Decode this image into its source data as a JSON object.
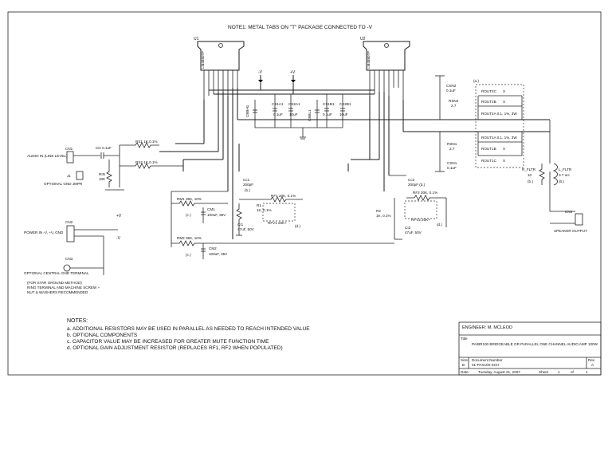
{
  "note_header": "NOTE1:  METAL TABS ON \"T\" PACKAGE CONNECTED TO -V",
  "ics": {
    "u1": {
      "ref": "U1",
      "part": "LM4880TF"
    },
    "u2": {
      "ref": "U2",
      "part": "LM4880TF"
    }
  },
  "rails": {
    "neg": "-V",
    "pos": "+V"
  },
  "components": {
    "cs1a1": "CS1A1",
    "cs2a1": "CS2A1",
    "cs1b1": "CS1B1",
    "cs2b1": "CS2B1",
    "cbbh1": "CBBH1",
    "cbbl1": "CBBL1",
    "cs1_val": "0.1uF",
    "cs2_val": "10uF",
    "cn1": "CN1",
    "cin": "Cin  0.1uF",
    "rs1": "RS1  1K,0.1%",
    "rs2": "RS2  1K,0.1%",
    "rin": "RIN",
    "rin_val": "10K",
    "j1": "J1",
    "rm1": "RM1    35K, 10%",
    "cm1": "CM1",
    "cm1_val": "100uF, 35V",
    "rm2": "RM2    35K, 10%",
    "cm2": "CM2",
    "cm2_val": "100uF, 35V",
    "cc1": "Cc1",
    "cc1_val": "200pF",
    "r1": "R1",
    "r1_val": "1K, 0.1%",
    "ci1": "CI1",
    "ci1_val": "47uF, 50V",
    "rf1": "RF1  20K, 0.1%",
    "rfv1": "RFV1   20K+",
    "cc2": "Cc2",
    "cc2_val": "200pF  (b.)",
    "rf2": "RF2  20K, 0.1%",
    "r2": "R2",
    "r2_val": "1K, 0.1%",
    "ci2": "CI2",
    "ci2_val": "47uF, 50V",
    "rfv2": "RFV2   20K+",
    "csn2": "CSN2",
    "csn2_val": "0.1uF",
    "rsn2": "RSN2",
    "rsn2_val": "2.7",
    "rsn1": "RSN1",
    "rsn1_val": "2.7",
    "csn1": "CSN1",
    "csn1_val": "0.1uF",
    "rout2c": "ROUT2C",
    "rout2b": "ROUT2B",
    "rout2a": "ROUT2A  0.1, 1%, 3W",
    "rout1a": "ROUT1A  0.1, 1%, 3W",
    "rout1b": "ROUT1B",
    "rout1c": "ROUT1C",
    "rfltr": "R_FLTR",
    "rfltr_val": "10",
    "lfltr": "L_FLTR",
    "lfltr_val": "0.7 uH",
    "cn4": "CN4",
    "cn2": "CN2",
    "cn3": "CN3",
    "x": "X",
    "a": "(a.)",
    "b": "(b.)",
    "c": "(c.)",
    "d": "(d.)"
  },
  "labels": {
    "audio_in": "AUDIO IN (LINE LEVEL)",
    "optional_gnd_jmpr": "OPTIONAL GND JMPR",
    "power_in": "POWER IN -V, +V, GND",
    "optional_gnd_terminal": "OPTIONAL CENTRAL GND TERMINAL",
    "star_ground_1": "(FOR STAR GROUND METHOD)",
    "star_ground_2": "RING TERMINAL AND MACHINE SCREW +",
    "star_ground_3": "NUT & WASHERS RECOMMENDED",
    "speaker_output": "SPEAKER OUTPUT"
  },
  "notes": {
    "title": "NOTES:",
    "items": [
      "a. ADDITIONAL RESISTORS MAY BE USED IN PARALLEL AS NEEDED TO REACH INTENDED VALUE",
      "b. OPTIONAL COMPONENTS",
      "c. CAPACITOR VALUE MAY BE INCREASED FOR GREATER MUTE FUNCTION TIME",
      "d. OPTIONAL GAIN ADJUSTMENT RESISTOR (REPLACES RF1, RF2 WHEN POPULATED)"
    ]
  },
  "title_block": {
    "engineer": "ENGINEER: M. MCLEOD",
    "title_label": "Title",
    "title": "PA/BR100 BRIDGEABLE OR PARALLEL ONE CHANNEL AUDIO AMP 100W",
    "size_label": "Size",
    "size": "B",
    "doc_label": "Document Number",
    "doc": "01-PAX100-SCH",
    "rev_label": "Rev",
    "rev": "A",
    "date_label": "Date:",
    "date": "Tuesday, August 21, 2007",
    "sheet_label": "Sheet",
    "sheet": "1",
    "of_label": "of",
    "of": "1"
  }
}
